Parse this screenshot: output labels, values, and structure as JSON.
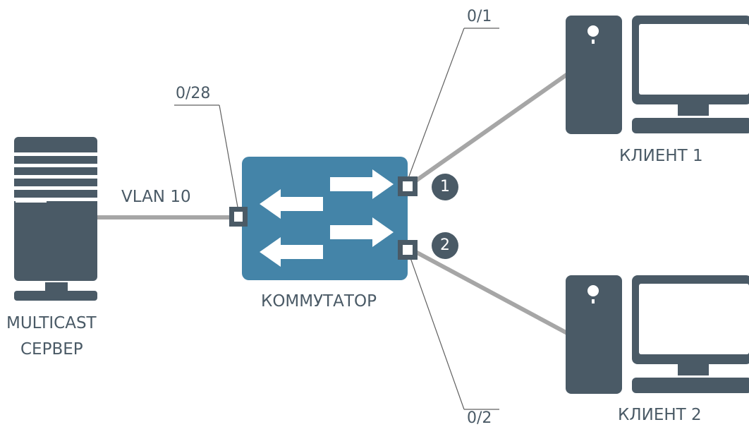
{
  "server": {
    "name_line1": "MULTICAST",
    "name_line2": "СЕРВЕР"
  },
  "switch": {
    "name": "КОММУТАТОР"
  },
  "link_label": "VLAN 10",
  "ports": {
    "uplink": "0/28",
    "port1": "0/1",
    "port2": "0/2"
  },
  "badges": {
    "b1": "1",
    "b2": "2"
  },
  "clients": [
    {
      "name": "КЛИЕНТ 1"
    },
    {
      "name": "КЛИЕНТ 2"
    }
  ],
  "colors": {
    "device": "#4a5a66",
    "switch": "#4484a8",
    "link": "#a6a6a6",
    "leader": "#606060",
    "text": "#4a5a66",
    "white": "#ffffff"
  }
}
